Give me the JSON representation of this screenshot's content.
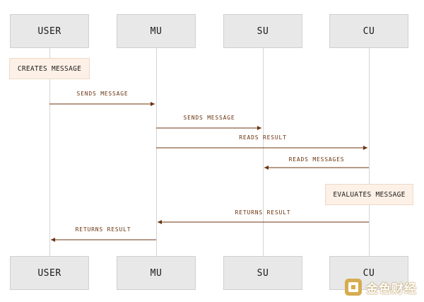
{
  "actors": [
    {
      "id": "user",
      "label": "USER"
    },
    {
      "id": "mu",
      "label": "MU"
    },
    {
      "id": "su",
      "label": "SU"
    },
    {
      "id": "cu",
      "label": "CU"
    }
  ],
  "notes": [
    {
      "actor": "user",
      "label": "CREATES MESSAGE"
    },
    {
      "actor": "cu",
      "label": "EVALUATES MESSAGE"
    }
  ],
  "messages": [
    {
      "from": "user",
      "to": "mu",
      "label": "SENDS MESSAGE"
    },
    {
      "from": "mu",
      "to": "su",
      "label": "SENDS MESSAGE"
    },
    {
      "from": "mu",
      "to": "cu",
      "label": "READS RESULT"
    },
    {
      "from": "cu",
      "to": "su",
      "label": "READS MESSAGES"
    },
    {
      "from": "cu",
      "to": "mu",
      "label": "RETURNS RESULT"
    },
    {
      "from": "mu",
      "to": "user",
      "label": "RETURNS RESULT"
    }
  ],
  "watermark": {
    "text": "金色财经"
  },
  "colors": {
    "arrow": "#6b3410",
    "label": "#6b3410",
    "note_bg": "#fdf1e7",
    "actor_bg": "#e8e8e8",
    "lifeline": "#d4d4d4"
  }
}
